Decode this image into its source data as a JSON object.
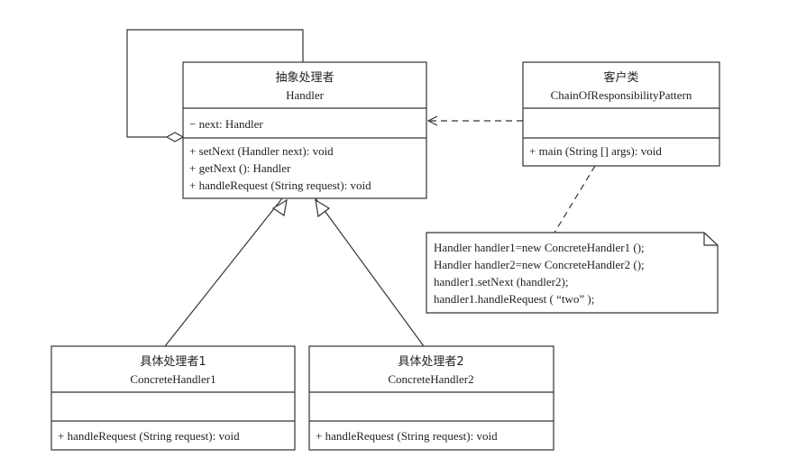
{
  "handler": {
    "stereotype": "抽象处理者",
    "name": "Handler",
    "attributes": [
      "− next: Handler"
    ],
    "operations": [
      "+ setNext (Handler next): void",
      "+ getNext (): Handler",
      "+ handleRequest (String request): void"
    ]
  },
  "client": {
    "stereotype": "客户类",
    "name": "ChainOfResponsibilityPattern",
    "operations": [
      "+ main (String [] args): void"
    ]
  },
  "concrete1": {
    "stereotype": "具体处理者1",
    "name": "ConcreteHandler1",
    "operations": [
      "+ handleRequest (String request): void"
    ]
  },
  "concrete2": {
    "stereotype": "具体处理者2",
    "name": "ConcreteHandler2",
    "operations": [
      "+ handleRequest (String request): void"
    ]
  },
  "note": {
    "lines": [
      "Handler handler1=new ConcreteHandler1 ();",
      "Handler handler2=new ConcreteHandler2 ();",
      "handler1.setNext (handler2);",
      "handler1.handleRequest ( “two” );"
    ]
  }
}
